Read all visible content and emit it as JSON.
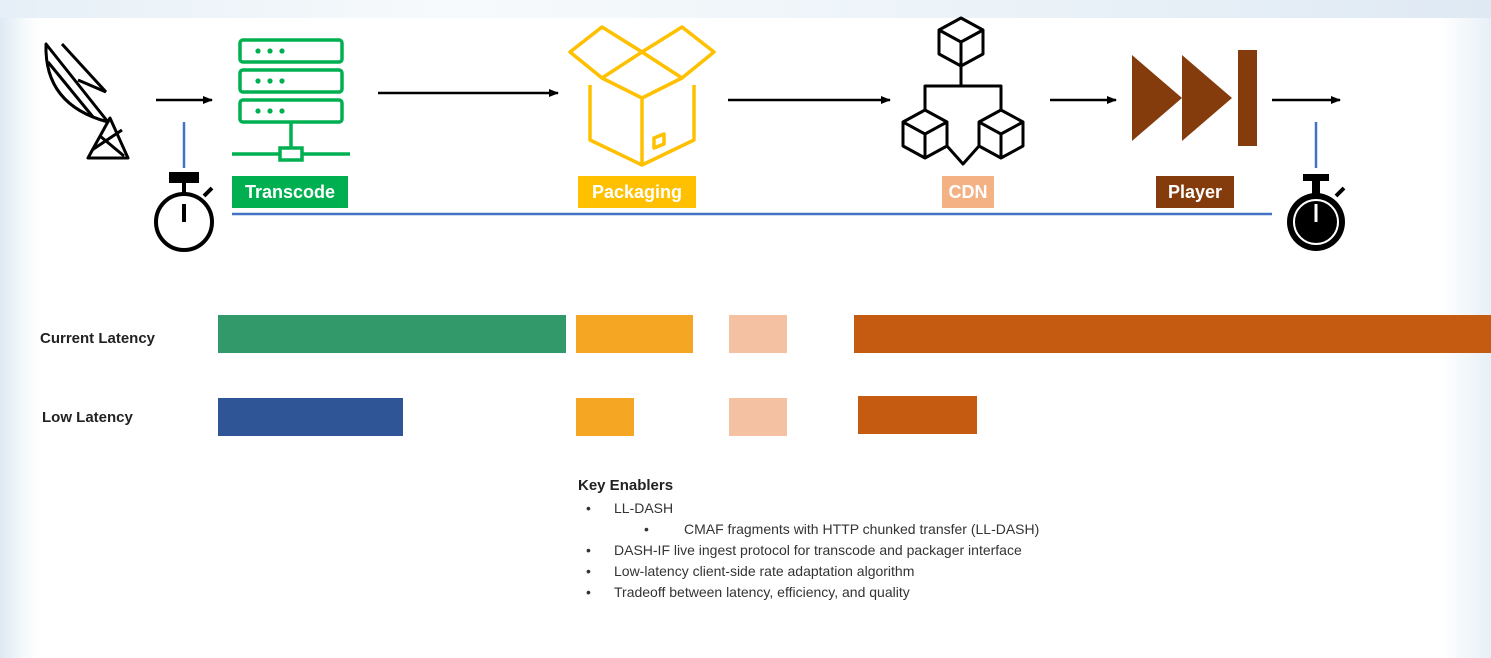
{
  "pipeline": {
    "stages": [
      {
        "label": "Transcode",
        "color": "#00b050"
      },
      {
        "label": "Packaging",
        "color": "#ffc000"
      },
      {
        "label": "CDN",
        "color": "#f4b183"
      },
      {
        "label": "Player",
        "color": "#843c0c"
      }
    ],
    "timeline_color": "#4472c4"
  },
  "latency": {
    "current": {
      "label": "Current Latency",
      "segments": [
        "#31996a",
        "#f5a623",
        "#f4c1a3",
        "#c55a11"
      ]
    },
    "low": {
      "label": "Low Latency",
      "segments": [
        "#2f5597",
        "#f5a623",
        "#f4c1a3",
        "#c55a11"
      ]
    }
  },
  "enablers": {
    "title": "Key Enablers",
    "items": [
      {
        "text": "LL-DASH",
        "level": 1
      },
      {
        "text": "CMAF fragments with HTTP chunked transfer (LL-DASH)",
        "level": 2
      },
      {
        "text": "DASH-IF live ingest protocol for transcode and packager interface",
        "level": 1
      },
      {
        "text": "Low-latency client-side rate adaptation algorithm",
        "level": 1
      },
      {
        "text": "Tradeoff between latency, efficiency, and quality",
        "level": 1
      }
    ],
    "bullet": "•"
  }
}
